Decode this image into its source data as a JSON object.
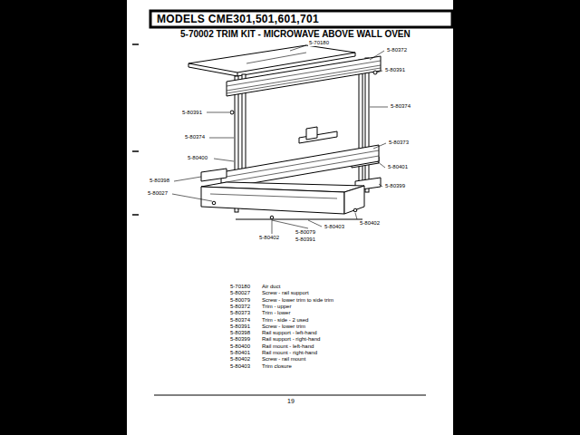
{
  "diagram": {
    "title": "MODELS CME301,501,601,701",
    "labels": [
      "5-70002 TRIM KIT - MICROWAVE ABOVE WALL OVEN",
      "5-70180",
      "5-80372",
      "5-80391",
      "5-80391",
      "5-80374",
      "5-80374",
      "5-80373",
      "5-80400",
      "5-80401",
      "5-80398",
      "5-80399",
      "5-80027",
      "5-80402",
      "5-80403",
      "5-80402",
      "5-80079",
      "5-80391",
      "5-70180",
      "Air duct",
      "5-80027",
      "Screw - rail support",
      "5-80079",
      "Screw - lower trim to side trim",
      "5-80372",
      "Trim - upper",
      "5-80373",
      "Trim - lower",
      "5-80374",
      "Trim - side - 2 used",
      "5-80391",
      "Screw - lower trim",
      "5-80398",
      "Rail support - left-hand",
      "5-80399",
      "Rail support - right-hand",
      "5-80400",
      "Rail mount - left-hand",
      "5-80401",
      "Rail mount - right-hand",
      "5-80402",
      "Screw - rail mount",
      "5-80403",
      "Trim closure",
      "19"
    ]
  }
}
